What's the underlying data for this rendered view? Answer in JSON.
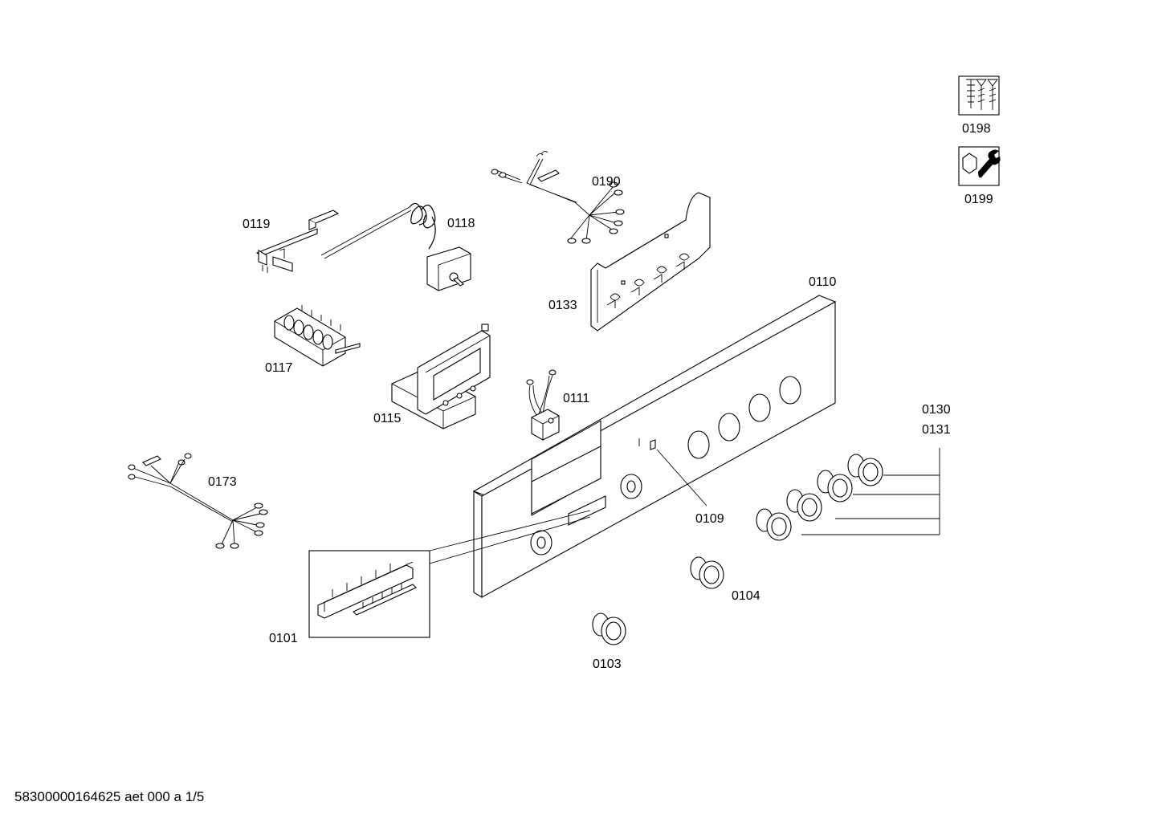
{
  "labels": {
    "p0101": "0101",
    "p0103": "0103",
    "p0104": "0104",
    "p0109": "0109",
    "p0110": "0110",
    "p0111": "0111",
    "p0115": "0115",
    "p0117": "0117",
    "p0118": "0118",
    "p0119": "0119",
    "p0130": "0130",
    "p0131": "0131",
    "p0133": "0133",
    "p0173": "0173",
    "p0190": "0190",
    "p0198": "0198",
    "p0199": "0199"
  },
  "footer": "58300000164625 aet 000 a 1/5",
  "icons": {
    "screws": "screws-icon",
    "wrench": "wrench-nut-icon"
  }
}
